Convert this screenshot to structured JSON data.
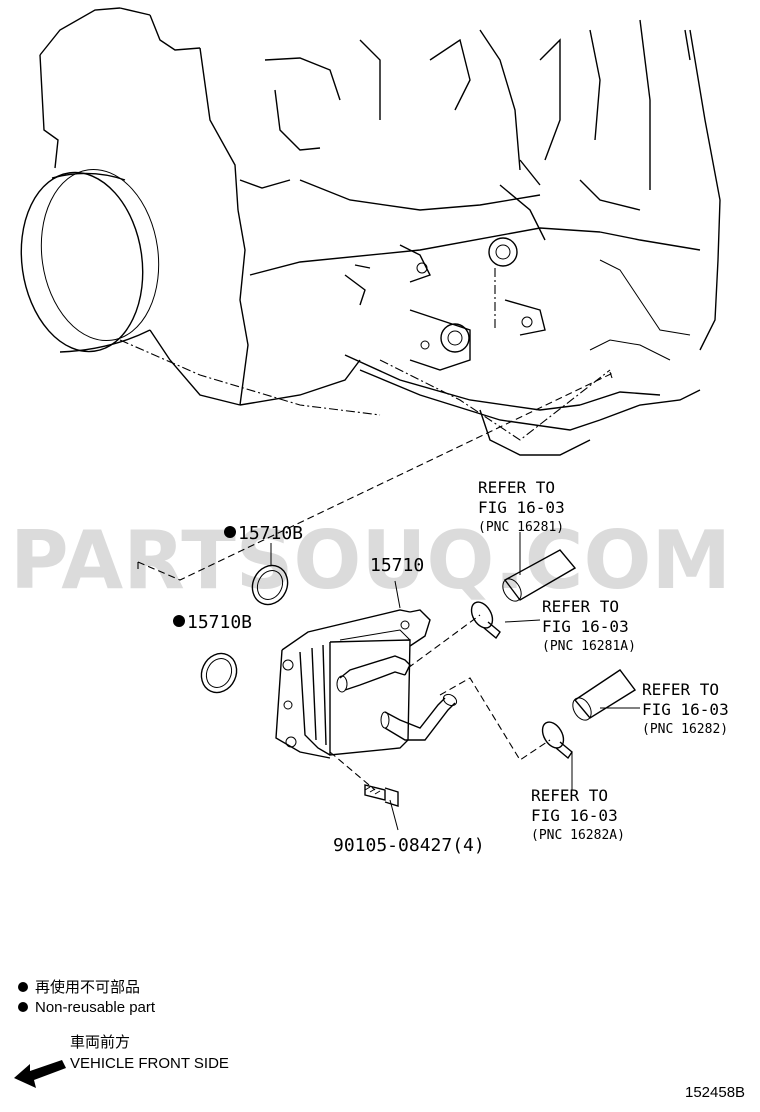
{
  "watermark": "PARTSOUQ.COM",
  "parts": {
    "seal_upper": "15710B",
    "seal_lower": "15710B",
    "oil_cooler": "15710",
    "bolt": "90105-08427(4)"
  },
  "refs": [
    {
      "line1": "REFER TO",
      "line2": "FIG 16-03",
      "pnc": "(PNC 16281)"
    },
    {
      "line1": "REFER TO",
      "line2": "FIG 16-03",
      "pnc": "(PNC 16281A)"
    },
    {
      "line1": "REFER TO",
      "line2": "FIG 16-03",
      "pnc": "(PNC 16282)"
    },
    {
      "line1": "REFER TO",
      "line2": "FIG 16-03",
      "pnc": "(PNC 16282A)"
    }
  ],
  "legend": {
    "jp": "再使用不可部品",
    "en": "Non-reusable part",
    "front_jp": "車両前方",
    "front_en": "VEHICLE FRONT SIDE"
  },
  "figure_id": "152458B"
}
